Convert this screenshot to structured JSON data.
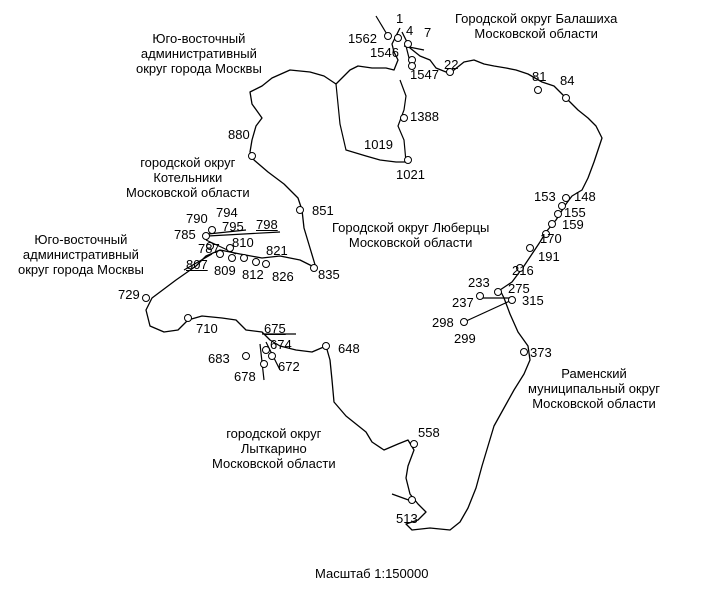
{
  "regions": {
    "balashikha": [
      "Городской округ Балашиха",
      "Московской области"
    ],
    "uvao_top": [
      "Юго-восточный",
      "административный",
      "округ города Москвы"
    ],
    "kotelniki": [
      "городской округ",
      "Котельники",
      "Московской области"
    ],
    "uvao_left": [
      "Юго-восточный",
      "административный",
      "округ города Москвы"
    ],
    "lyubertsy": [
      "Городской округ Люберцы",
      "Московской области"
    ],
    "ramenskoe": [
      "Раменский",
      "муниципальный округ",
      "Московской области"
    ],
    "lytkarino": [
      "городской округ",
      "Лыткарино",
      "Московской области"
    ]
  },
  "points": [
    "1",
    "4",
    "7",
    "1562",
    "1546",
    "1547",
    "22",
    "81",
    "84",
    "1388",
    "1019",
    "1021",
    "880",
    "851",
    "153",
    "148",
    "155",
    "159",
    "170",
    "191",
    "216",
    "233",
    "275",
    "237",
    "315",
    "298",
    "299",
    "373",
    "790",
    "794",
    "795",
    "798",
    "785",
    "787",
    "810",
    "821",
    "807",
    "809",
    "812",
    "826",
    "835",
    "729",
    "710",
    "675",
    "674",
    "683",
    "672",
    "678",
    "648",
    "558",
    "513"
  ],
  "scale_text": "Масштаб 1:150000"
}
